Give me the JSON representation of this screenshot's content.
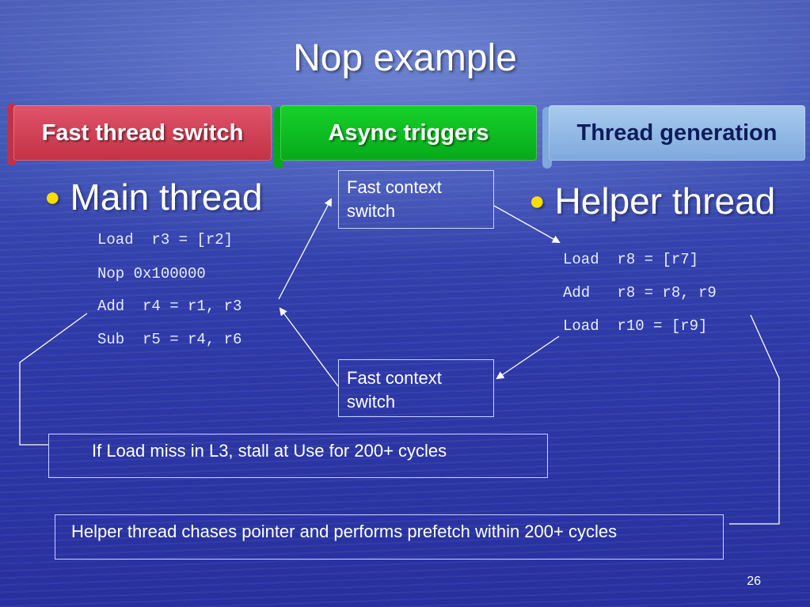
{
  "slide": {
    "title": "Nop example",
    "page_number": "26"
  },
  "banners": [
    {
      "label": "Fast thread switch",
      "color": "#d83a52"
    },
    {
      "label": "Async triggers",
      "color": "#0fc423"
    },
    {
      "label": "Thread generation",
      "color": "#9cc0ea"
    }
  ],
  "main_thread": {
    "heading": "Main thread",
    "code": [
      "Load  r3 = [r2]",
      "Nop 0x100000",
      "Add  r4 = r1, r3",
      "Sub  r5 = r4, r6"
    ]
  },
  "helper_thread": {
    "heading": "Helper thread",
    "code": [
      "Load  r8 = [r7]",
      "Add   r8 = r8, r9",
      "Load  r10 = [r9]"
    ]
  },
  "context_switch_top": {
    "line1": "Fast context",
    "line2": "switch"
  },
  "context_switch_bottom": {
    "line1": "Fast context",
    "line2": "switch"
  },
  "notes": {
    "stall": "If Load miss in L3, stall at Use for 200+ cycles",
    "prefetch": "Helper thread chases pointer and performs prefetch within 200+ cycles"
  },
  "colors": {
    "bullet": "#ffdd00",
    "background": "#3446ad"
  }
}
